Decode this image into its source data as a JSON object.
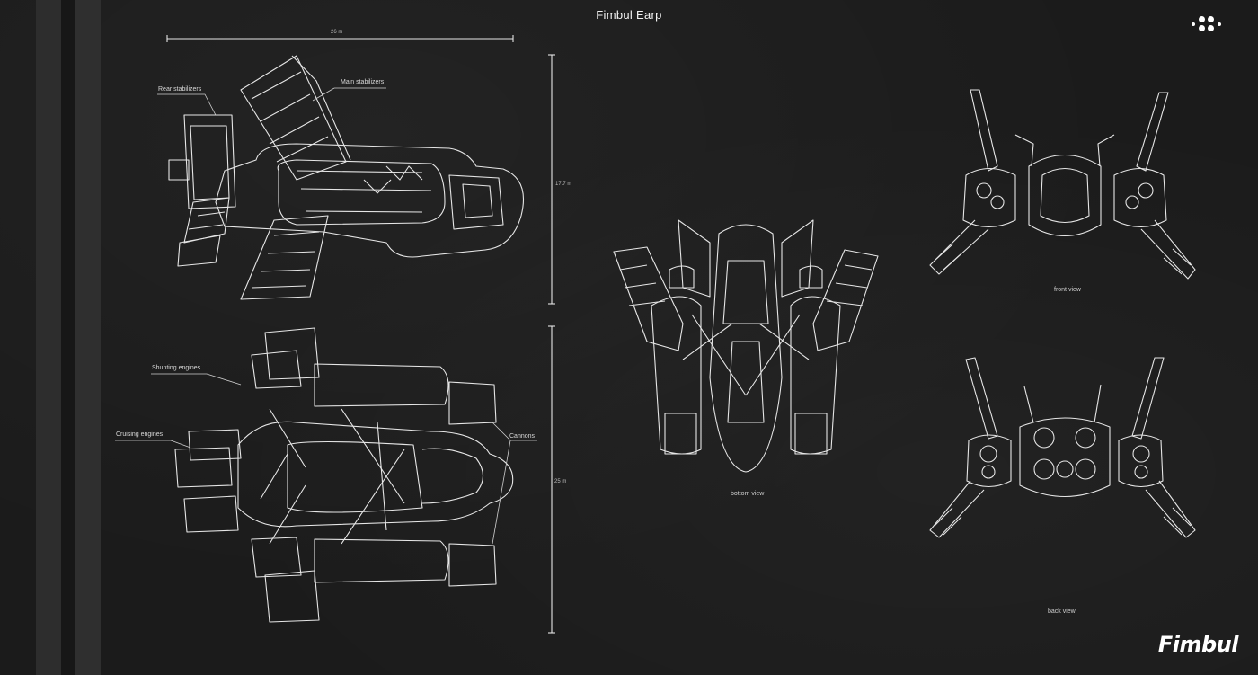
{
  "title": "Fimbul Earp",
  "logo": "Fimbul",
  "dimensions": {
    "length": "26 m",
    "height": "17.7 m",
    "width": "25 m"
  },
  "callouts": {
    "rear_stabilizers": "Rear stabilizers",
    "main_stabilizers": "Main stabilizers",
    "shunting_engines": "Shunting engines",
    "cruising_engines": "Cruising engines",
    "cannons": "Cannons"
  },
  "views": {
    "bottom": "bottom view",
    "front": "front view",
    "back": "back view"
  },
  "icons": {
    "menu": "menu-dots-icon"
  },
  "colors": {
    "background": "#1c1c1c",
    "line": "#e8e8e8"
  }
}
